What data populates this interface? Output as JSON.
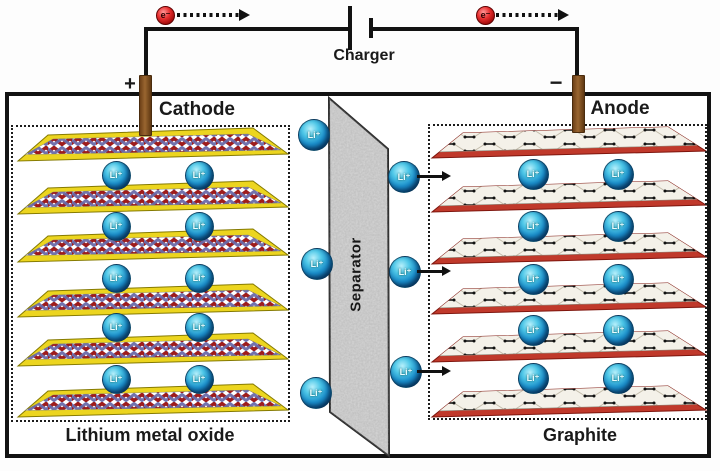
{
  "charger": {
    "label": "Charger"
  },
  "circuit": {
    "electron_label": "e⁻",
    "positive_terminal": "+",
    "negative_terminal": "−"
  },
  "cathode": {
    "title": "Cathode",
    "material": "Lithium metal oxide",
    "layer_count": 6,
    "ion_rows": 5,
    "ions_per_row": 2
  },
  "anode": {
    "title": "Anode",
    "material": "Graphite",
    "layer_count": 6,
    "ion_rows": 5,
    "ions_per_row": 2
  },
  "separator": {
    "label": "Separator"
  },
  "li_ion": {
    "label": "Li⁺",
    "ions_left_of_separator": 3,
    "ions_entering_anode": 3
  },
  "colors": {
    "cathode_rim": "#ecd51f",
    "cathode_rim_edge": "#857a00",
    "cathode_crystal_red": "#9e1c1c",
    "cathode_crystal_blue": "#6a6aa8",
    "anode_edge": "#c0392b",
    "anode_edge_dark": "#7e150d",
    "anode_sheet_bg": "#f4f1e9",
    "li_ion_blue": "#1583c4",
    "electron_red": "#cc1a1a",
    "terminal_brown": "#8a5a28",
    "separator_gray": "#d7d7d7",
    "wire_black": "#121212"
  }
}
